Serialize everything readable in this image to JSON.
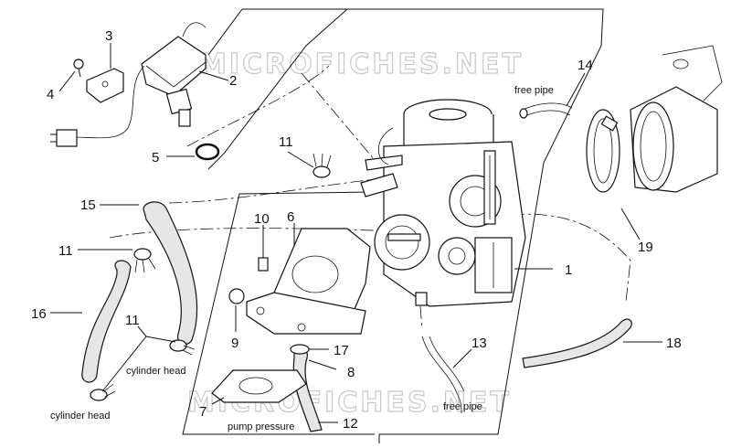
{
  "watermarks": [
    "MICROFICHES.NET",
    "MICROFICHES.NET"
  ],
  "callouts": {
    "n1": "1",
    "n2": "2",
    "n3": "3",
    "n4": "4",
    "n5": "5",
    "n6": "6",
    "n7": "7",
    "n8": "8",
    "n9": "9",
    "n10": "10",
    "n11a": "11",
    "n11b": "11",
    "n11c": "11",
    "n12": "12",
    "n13": "13",
    "n14": "14",
    "n15": "15",
    "n16": "16",
    "n17": "17",
    "n18": "18",
    "n19": "19"
  },
  "labels": {
    "free_pipe_top": "free pipe",
    "free_pipe_bottom": "free pipe",
    "cylinder_head_1": "cylinder head",
    "cylinder_head_2": "cylinder head",
    "pump_pressure": "pump pressure"
  }
}
